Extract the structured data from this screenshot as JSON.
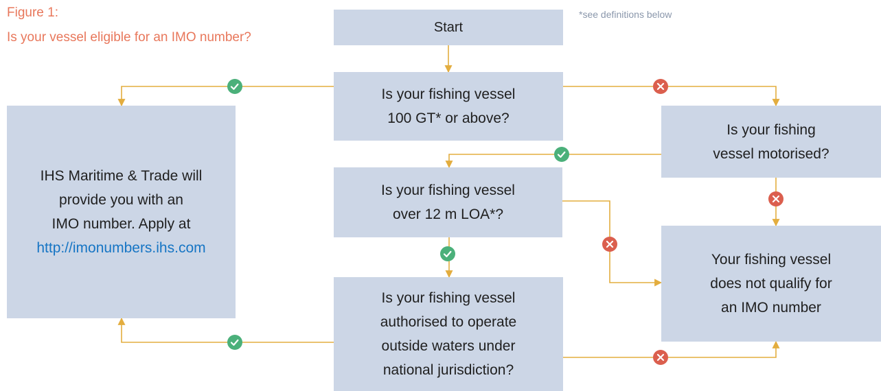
{
  "figure": {
    "label": "Figure 1:",
    "title": "Is your vessel eligible for an IMO number?",
    "note": "*see definitions below"
  },
  "nodes": {
    "start": {
      "lines": [
        "Start"
      ]
    },
    "q_gt": {
      "lines": [
        "Is your fishing vessel",
        "100 GT* or above?"
      ]
    },
    "q_motorised": {
      "lines": [
        "Is your fishing",
        "vessel motorised?"
      ]
    },
    "q_loa": {
      "lines": [
        "Is your fishing vessel",
        "over 12 m LOA*?"
      ]
    },
    "q_authorised": {
      "lines": [
        "Is your fishing vessel",
        "authorised to operate",
        "outside waters under",
        "national jurisdiction?"
      ]
    },
    "result_eligible": {
      "lines": [
        "IHS Maritime & Trade will",
        "provide you with an",
        "IMO number. Apply at"
      ],
      "link": "http://imonumbers.ihs.com"
    },
    "result_not_eligible": {
      "lines": [
        "Your fishing vessel",
        "does not qualify for",
        "an IMO number"
      ]
    }
  },
  "edges": [
    {
      "from": "start",
      "to": "q_gt",
      "decision": null
    },
    {
      "from": "q_gt",
      "to": "result_eligible",
      "decision": "yes"
    },
    {
      "from": "q_gt",
      "to": "q_motorised",
      "decision": "no"
    },
    {
      "from": "q_motorised",
      "to": "q_loa",
      "decision": "yes"
    },
    {
      "from": "q_motorised",
      "to": "result_not_eligible",
      "decision": "no"
    },
    {
      "from": "q_loa",
      "to": "q_authorised",
      "decision": "yes"
    },
    {
      "from": "q_loa",
      "to": "result_not_eligible",
      "decision": "no"
    },
    {
      "from": "q_authorised",
      "to": "result_eligible",
      "decision": "yes"
    },
    {
      "from": "q_authorised",
      "to": "result_not_eligible",
      "decision": "no"
    }
  ],
  "colors": {
    "box": "#ccd6e6",
    "connector": "#e3ad3f",
    "yes_marker": "#4bb07a",
    "no_marker": "#db5f4e",
    "caption": "#e8775b",
    "link": "#1675c4"
  },
  "icons": {
    "yes": "check-icon",
    "no": "cross-icon"
  }
}
